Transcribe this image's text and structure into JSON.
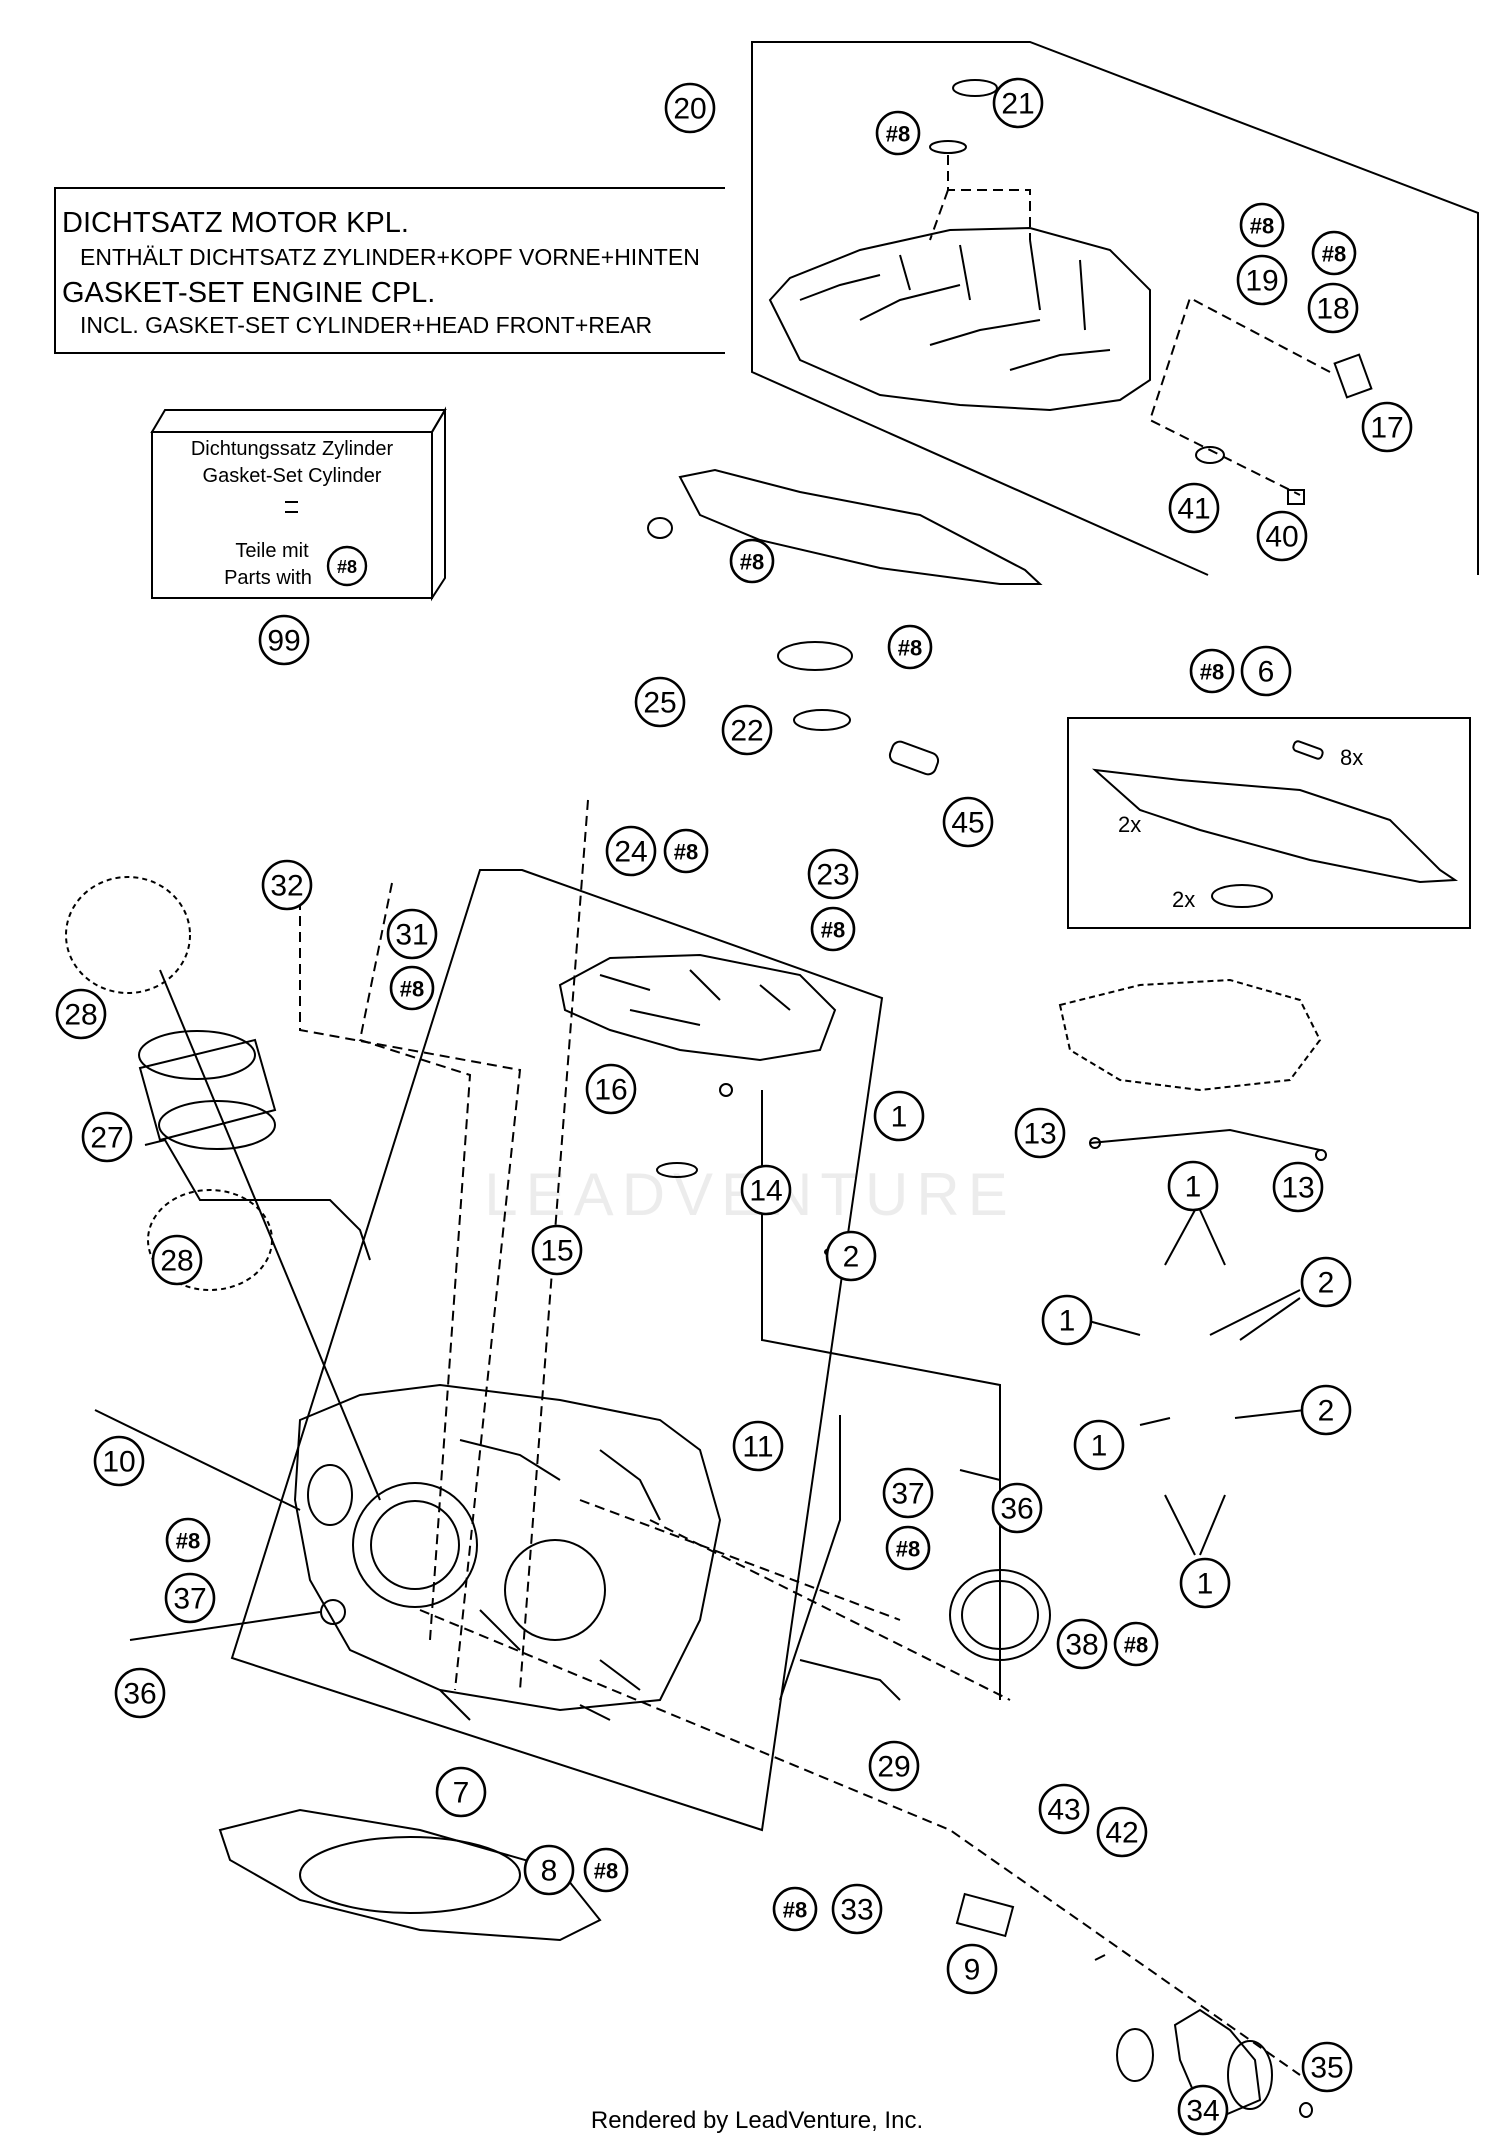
{
  "gasket_label": {
    "line1": "DICHTSATZ MOTOR KPL.",
    "line2": "ENTHÄLT DICHTSATZ ZYLINDER+KOPF VORNE+HINTEN",
    "line3": "GASKET-SET ENGINE CPL.",
    "line4": "INCL. GASKET-SET CYLINDER+HEAD FRONT+REAR"
  },
  "kit_box": {
    "line1": "Dichtungssatz Zylinder",
    "line2": "Gasket-Set Cylinder",
    "line3": "Teile mit",
    "line4": "Parts with",
    "marker": "#8"
  },
  "inset_labels": {
    "eight": "8x",
    "two_a": "2x",
    "two_b": "2x"
  },
  "watermark": "LEADVENTURE",
  "footer": "Rendered by LeadVenture, Inc.",
  "callouts": [
    {
      "id": "c20",
      "label": "20"
    },
    {
      "id": "c21",
      "label": "21"
    },
    {
      "id": "c8a",
      "label": "#8"
    },
    {
      "id": "c8b",
      "label": "#8"
    },
    {
      "id": "c8c",
      "label": "#8"
    },
    {
      "id": "c19",
      "label": "19"
    },
    {
      "id": "c18",
      "label": "18"
    },
    {
      "id": "c17",
      "label": "17"
    },
    {
      "id": "c41",
      "label": "41"
    },
    {
      "id": "c40",
      "label": "40"
    },
    {
      "id": "c8d",
      "label": "#8"
    },
    {
      "id": "c99",
      "label": "99"
    },
    {
      "id": "c8e",
      "label": "#8"
    },
    {
      "id": "c25",
      "label": "25"
    },
    {
      "id": "c22",
      "label": "22"
    },
    {
      "id": "c8f",
      "label": "#8"
    },
    {
      "id": "c6",
      "label": "6"
    },
    {
      "id": "c45",
      "label": "45"
    },
    {
      "id": "c24",
      "label": "24"
    },
    {
      "id": "c8g",
      "label": "#8"
    },
    {
      "id": "c23",
      "label": "23"
    },
    {
      "id": "c8h",
      "label": "#8"
    },
    {
      "id": "c32",
      "label": "32"
    },
    {
      "id": "c31",
      "label": "31"
    },
    {
      "id": "c8i",
      "label": "#8"
    },
    {
      "id": "c28a",
      "label": "28"
    },
    {
      "id": "c27",
      "label": "27"
    },
    {
      "id": "c16",
      "label": "16"
    },
    {
      "id": "c1a",
      "label": "1"
    },
    {
      "id": "c13a",
      "label": "13"
    },
    {
      "id": "c14",
      "label": "14"
    },
    {
      "id": "c13b",
      "label": "13"
    },
    {
      "id": "c28b",
      "label": "28"
    },
    {
      "id": "c15",
      "label": "15"
    },
    {
      "id": "c2a",
      "label": "2"
    },
    {
      "id": "c1b",
      "label": "1"
    },
    {
      "id": "c2b",
      "label": "2"
    },
    {
      "id": "c1c",
      "label": "1"
    },
    {
      "id": "c2c",
      "label": "2"
    },
    {
      "id": "c1d",
      "label": "1"
    },
    {
      "id": "c10",
      "label": "10"
    },
    {
      "id": "c11",
      "label": "11"
    },
    {
      "id": "c37a",
      "label": "37"
    },
    {
      "id": "c36a",
      "label": "36"
    },
    {
      "id": "c8j",
      "label": "#8"
    },
    {
      "id": "c8k",
      "label": "#8"
    },
    {
      "id": "c1e",
      "label": "1"
    },
    {
      "id": "c37b",
      "label": "37"
    },
    {
      "id": "c38",
      "label": "38"
    },
    {
      "id": "c8l",
      "label": "#8"
    },
    {
      "id": "c36b",
      "label": "36"
    },
    {
      "id": "c29",
      "label": "29"
    },
    {
      "id": "c7",
      "label": "7"
    },
    {
      "id": "c43",
      "label": "43"
    },
    {
      "id": "c42",
      "label": "42"
    },
    {
      "id": "c8",
      "label": "8"
    },
    {
      "id": "c8m",
      "label": "#8"
    },
    {
      "id": "c8n",
      "label": "#8"
    },
    {
      "id": "c33",
      "label": "33"
    },
    {
      "id": "c9",
      "label": "9"
    },
    {
      "id": "c35",
      "label": "35"
    },
    {
      "id": "c34",
      "label": "34"
    }
  ]
}
